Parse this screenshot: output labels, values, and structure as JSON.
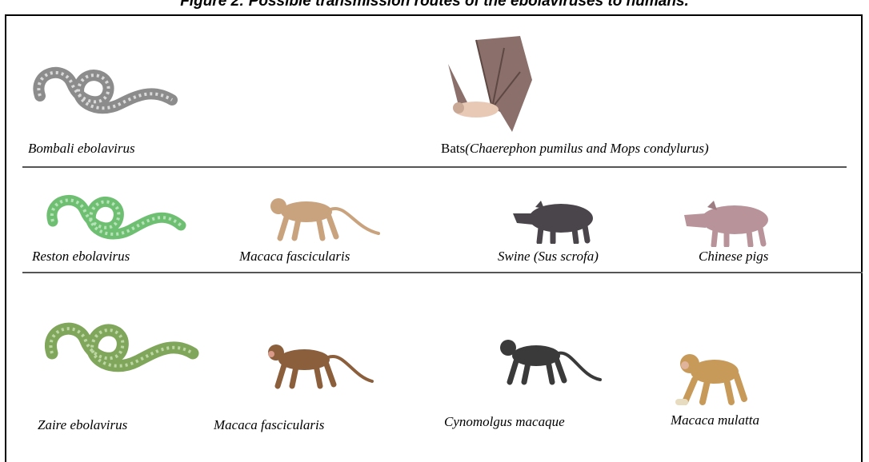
{
  "title": "Figure 2: Possible transmission routes of the ebolaviruses to humans.",
  "rows": [
    {
      "virus": "Bombali ebolavirus",
      "hosts": [
        {
          "prefix": "Bats",
          "italic": "(Chaerephon pumilus and Mops condylurus)"
        }
      ]
    },
    {
      "virus": "Reston ebolavirus",
      "hosts": [
        {
          "italic": "Macaca fascicularis"
        },
        {
          "italic": "Swine (Sus scrofa)"
        },
        {
          "italic": "Chinese pigs"
        }
      ]
    },
    {
      "virus": "Zaire ebolavirus",
      "hosts": [
        {
          "italic": "Macaca fascicularis"
        },
        {
          "italic": "Cynomolgus macaque"
        },
        {
          "italic": "Macaca mulatta"
        }
      ]
    }
  ],
  "colors": {
    "bombali_virus": "#8c8c8c",
    "reston_virus": "#6fbf73",
    "zaire_virus": "#7fa65a",
    "bat": "#8a6f6a",
    "macaque_light": "#c9a27e",
    "macaque_brown": "#8b5e3c",
    "black_macaque": "#3a3a3a",
    "swine": "#4a454a",
    "pig_pink": "#b8949a",
    "mulatta": "#c89a5a"
  },
  "icons": [
    "virus-filament",
    "bat",
    "macaque",
    "swine",
    "pig"
  ]
}
